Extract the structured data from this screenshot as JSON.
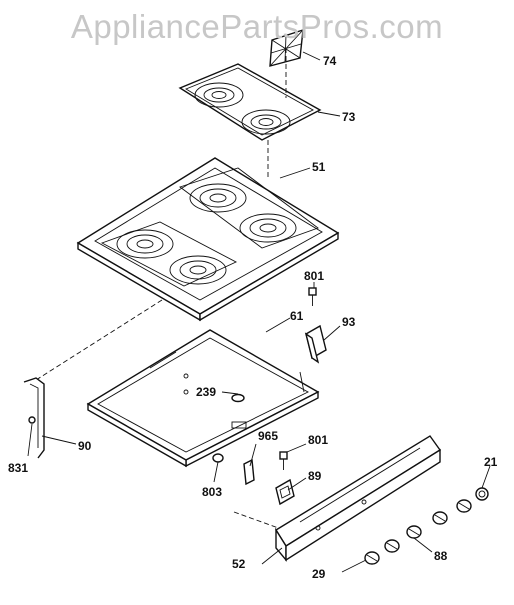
{
  "watermark": "AppliancePartsPros.com",
  "callouts": {
    "c74": "74",
    "c73": "73",
    "c51": "51",
    "c801a": "801",
    "c61": "61",
    "c93": "93",
    "c239": "239",
    "c965": "965",
    "c801b": "801",
    "c831": "831",
    "c90": "90",
    "c89": "89",
    "c803": "803",
    "c21": "21",
    "c52": "52",
    "c88": "88",
    "c29": "29"
  }
}
